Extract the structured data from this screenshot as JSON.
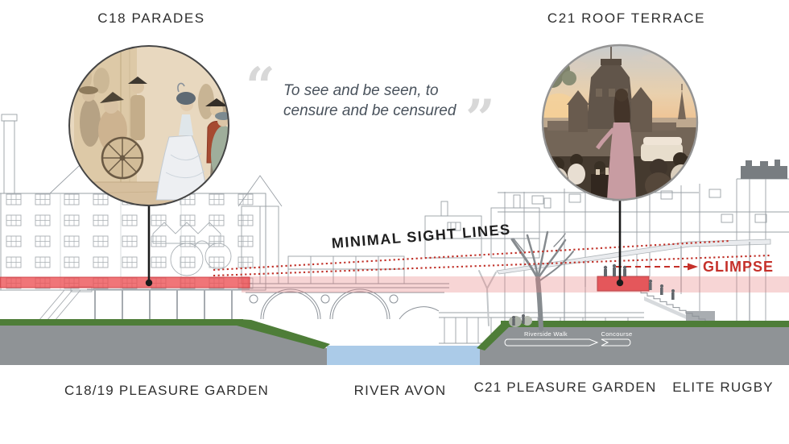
{
  "header": {
    "left_title": "C18 PARADES",
    "right_title": "C21 ROOF TERRACE"
  },
  "quote": {
    "open_mark": "“",
    "line1": "To see and be seen, to",
    "line2": "censure and be censured",
    "close_mark": "”"
  },
  "annotations": {
    "sight_lines_label": "MINIMAL SIGHT LINES",
    "glimpse_label": "GLIMPSE",
    "riverside_walk_label": "Riverside Walk",
    "concourse_label": "Concourse"
  },
  "bottom_labels": {
    "pleasure_garden_historic": "C18/19 PLEASURE GARDEN",
    "river": "RIVER AVON",
    "pleasure_garden_modern": "C21 PLEASURE GARDEN",
    "rugby": "ELITE RUGBY"
  },
  "colors": {
    "annotation_red": "#c5302a",
    "band_red": "#ee6a6e",
    "band_pink": "#f6d7d7",
    "grass_green": "#4e7d38",
    "river_blue": "#abcbe8",
    "ground_grey": "#8f9396",
    "line_grey": "#9aa0a6",
    "quote_grey": "#d8d8d8",
    "text_dark": "#2d2d2d"
  }
}
